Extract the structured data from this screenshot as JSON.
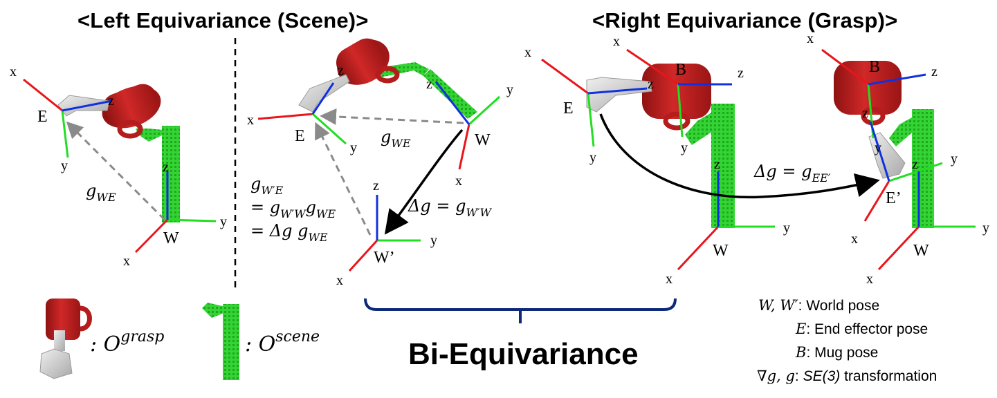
{
  "titles": {
    "left": "<Left Equivariance (Scene)>",
    "right": "<Right Equivariance (Grasp)>"
  },
  "bottom_label": "Bi-Equivariance",
  "frames": {
    "E": "E",
    "E_prime": "E’",
    "W": "W",
    "W_prime": "W’",
    "B": "B"
  },
  "axes": {
    "x": "x",
    "y": "y",
    "z": "z"
  },
  "equations": {
    "g_WE": {
      "base": "g",
      "sub": "WE"
    },
    "g_WprimeE": {
      "base": "g",
      "sub": "W′E"
    },
    "eq_line2": {
      "prefix": "= g",
      "sub1": "W′W",
      "mid": "g",
      "sub2": "WE"
    },
    "eq_line3": {
      "prefix": "= Δg g",
      "sub": "WE"
    },
    "delta_scene": {
      "prefix": "Δg = g",
      "sub": "W′W"
    },
    "delta_grasp": {
      "prefix": "Δg = g",
      "sub": "EE′"
    }
  },
  "object_labels": {
    "grasp": {
      "base": ": O",
      "sup": "grasp"
    },
    "scene": {
      "base": ": O",
      "sup": "scene"
    }
  },
  "legend": [
    {
      "symbol": "W, W′",
      "text": ": World pose"
    },
    {
      "symbol": "E",
      "text": ": End effector pose"
    },
    {
      "symbol": "B",
      "text": ": Mug pose"
    },
    {
      "symbol": "∇g, g",
      "text_em": "SE(3)",
      "text": " transformation",
      "prefix": ": "
    }
  ],
  "colors": {
    "x_axis": "#e8151b",
    "y_axis": "#22dd22",
    "z_axis": "#1030e0",
    "mug": "#c42020",
    "gripper": "#bdbdbd",
    "scene": "#2ecc2e",
    "dashed_arrow": "#888888",
    "bracket": "#0d2a7a"
  }
}
